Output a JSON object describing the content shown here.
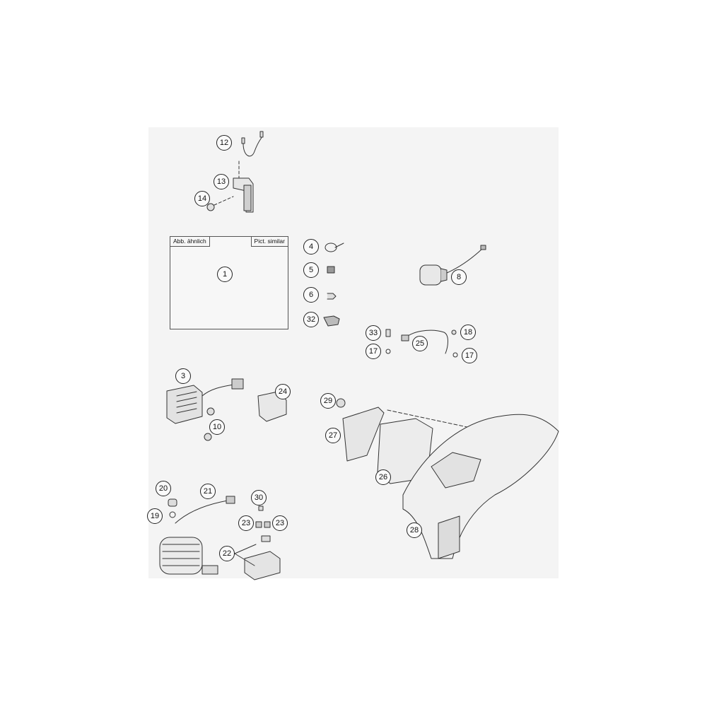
{
  "inset": {
    "label_left": "Abb. ähnlich",
    "label_right": "Pict. similar"
  },
  "parts": {
    "p1": "1",
    "p3": "3",
    "p4": "4",
    "p5": "5",
    "p6": "6",
    "p8": "8",
    "p10": "10",
    "p12": "12",
    "p13": "13",
    "p14": "14",
    "p17a": "17",
    "p17b": "17",
    "p18": "18",
    "p19": "19",
    "p20": "20",
    "p21": "21",
    "p22": "22",
    "p23a": "23",
    "p23b": "23",
    "p24": "24",
    "p25": "25",
    "p26": "26",
    "p27": "27",
    "p28": "28",
    "p29": "29",
    "p30": "30",
    "p32": "32",
    "p33": "33"
  }
}
